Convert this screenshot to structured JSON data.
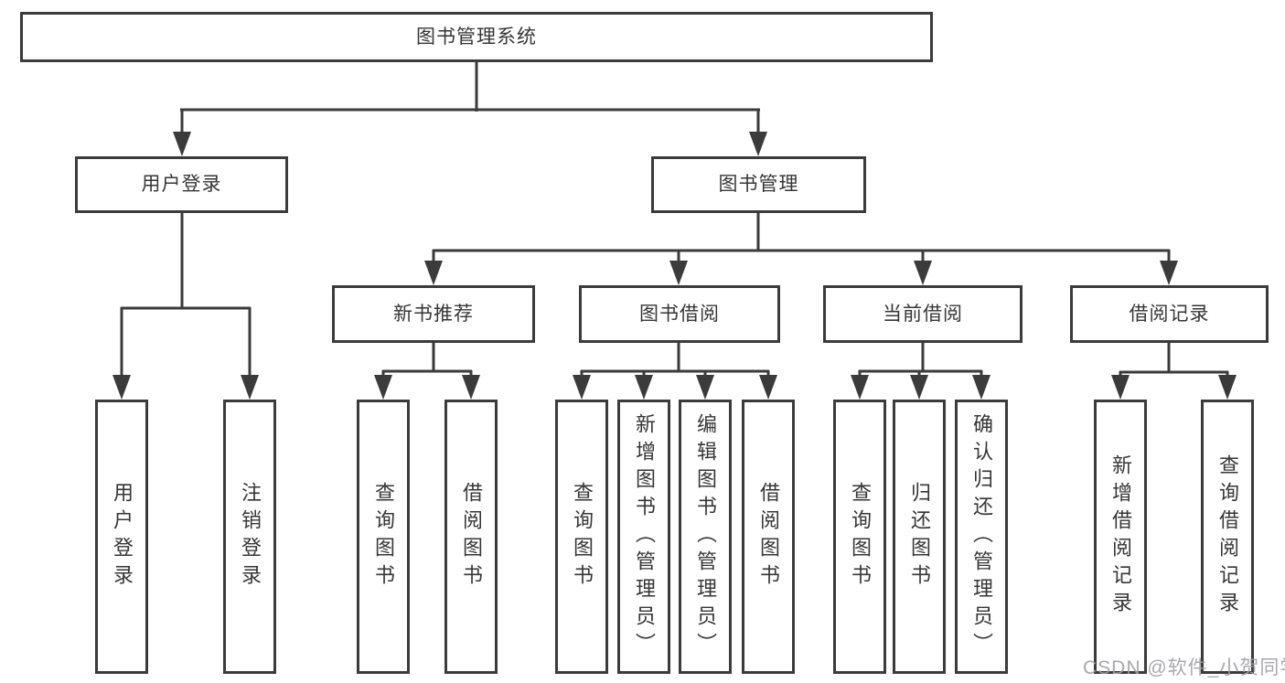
{
  "diagram": {
    "root": {
      "label": "图书管理系统"
    },
    "branches": [
      {
        "label": "用户登录",
        "children": [
          {
            "label": "用户登录"
          },
          {
            "label": "注销登录"
          }
        ]
      },
      {
        "label": "图书管理",
        "children": [
          {
            "label": "新书推荐",
            "children": [
              {
                "label": "查询图书"
              },
              {
                "label": "借阅图书"
              }
            ]
          },
          {
            "label": "图书借阅",
            "children": [
              {
                "label": "查询图书"
              },
              {
                "label": "新增图书（管理员）"
              },
              {
                "label": "编辑图书（管理员）"
              },
              {
                "label": "借阅图书"
              }
            ]
          },
          {
            "label": "当前借阅",
            "children": [
              {
                "label": "查询图书"
              },
              {
                "label": "归还图书"
              },
              {
                "label": "确认归还（管理员）"
              }
            ]
          },
          {
            "label": "借阅记录",
            "children": [
              {
                "label": "新增借阅记录"
              },
              {
                "label": "查询借阅记录"
              }
            ]
          }
        ]
      }
    ],
    "watermark": "CSDN @软件_小贺同学",
    "colors": {
      "line": "#3b3b3b",
      "text": "#363636",
      "watermark": "#9e9ea4",
      "background": "#ffffff"
    }
  }
}
